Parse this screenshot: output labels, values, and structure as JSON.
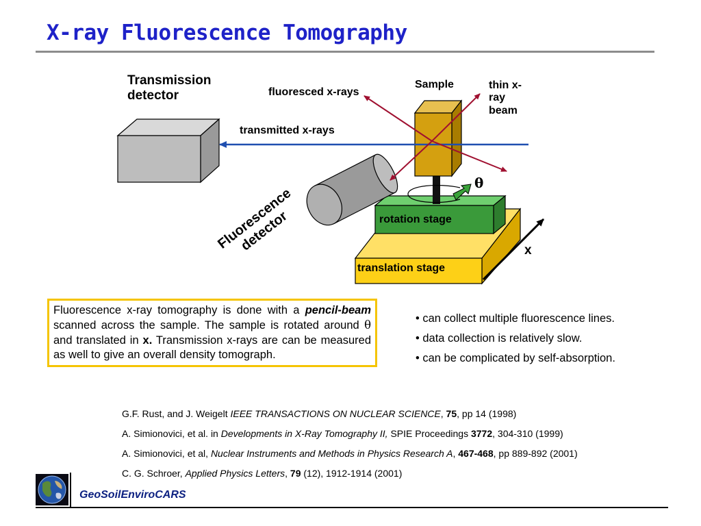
{
  "title": "X-ray Fluorescence Tomography",
  "diagram": {
    "transmission_detector_line1": "Transmission",
    "transmission_detector_line2": "detector",
    "fluoresced_xrays": "fluoresced x-rays",
    "transmitted_xrays": "transmitted x-rays",
    "sample": "Sample",
    "beam_line1": "thin x-",
    "beam_line2": "ray",
    "beam_line3": "beam",
    "theta": "θ",
    "fluorescence_detector_line1": "Fluorescence",
    "fluorescence_detector_line2": "detector",
    "rotation_stage": "rotation stage",
    "translation_stage": "translation stage",
    "x_axis": "x"
  },
  "description": {
    "t1": "Fluorescence x-ray tomography is done with a ",
    "pencil_beam": "pencil-beam",
    "t2": " scanned across the sample. The sample is rotated around ",
    "theta": "θ",
    "t3": " and translated in ",
    "x": "x.",
    "t4": " Transmission x-rays are can be measured as well to give an overall  density tomograph."
  },
  "bullets": [
    "• can collect multiple fluorescence lines.",
    "• data collection is relatively slow.",
    "• can be complicated by self-absorption."
  ],
  "references": [
    {
      "pre": "G.F. Rust, and J.  Weigelt  ",
      "journal": "IEEE TRANSACTIONS ON NUCLEAR SCIENCE",
      "mid": ", ",
      "vol": "75",
      "post": ", pp 14 (1998)"
    },
    {
      "pre": "A. Simionovici, et al. in ",
      "journal": "Developments in X-Ray Tomography II,",
      "mid": " SPIE  Proceedings ",
      "vol": "3772",
      "post": ", 304-310 (1999)"
    },
    {
      "pre": "A. Simionovici, et al, ",
      "journal": "Nuclear Instruments and Methods in Physics Research A",
      "mid": ", ",
      "vol": "467-468",
      "post": ", pp 889-892 (2001)"
    },
    {
      "pre": "C. G. Schroer, ",
      "journal": "Applied Physics Letters",
      "mid": ", ",
      "vol": "79",
      "post": "  (12), 1912-1914 (2001)"
    }
  ],
  "footer": {
    "org": "GeoSoilEnviroCARS"
  },
  "colors": {
    "title": "#1e22c8",
    "beam": "#1f4fb0",
    "fluorescence_rays": "#a01030",
    "rotation_stage": "#3a9a3a",
    "translation_stage": "#f5c400",
    "sample": "#d4a010",
    "box_border": "#f5c400",
    "org": "#0b1f80"
  }
}
